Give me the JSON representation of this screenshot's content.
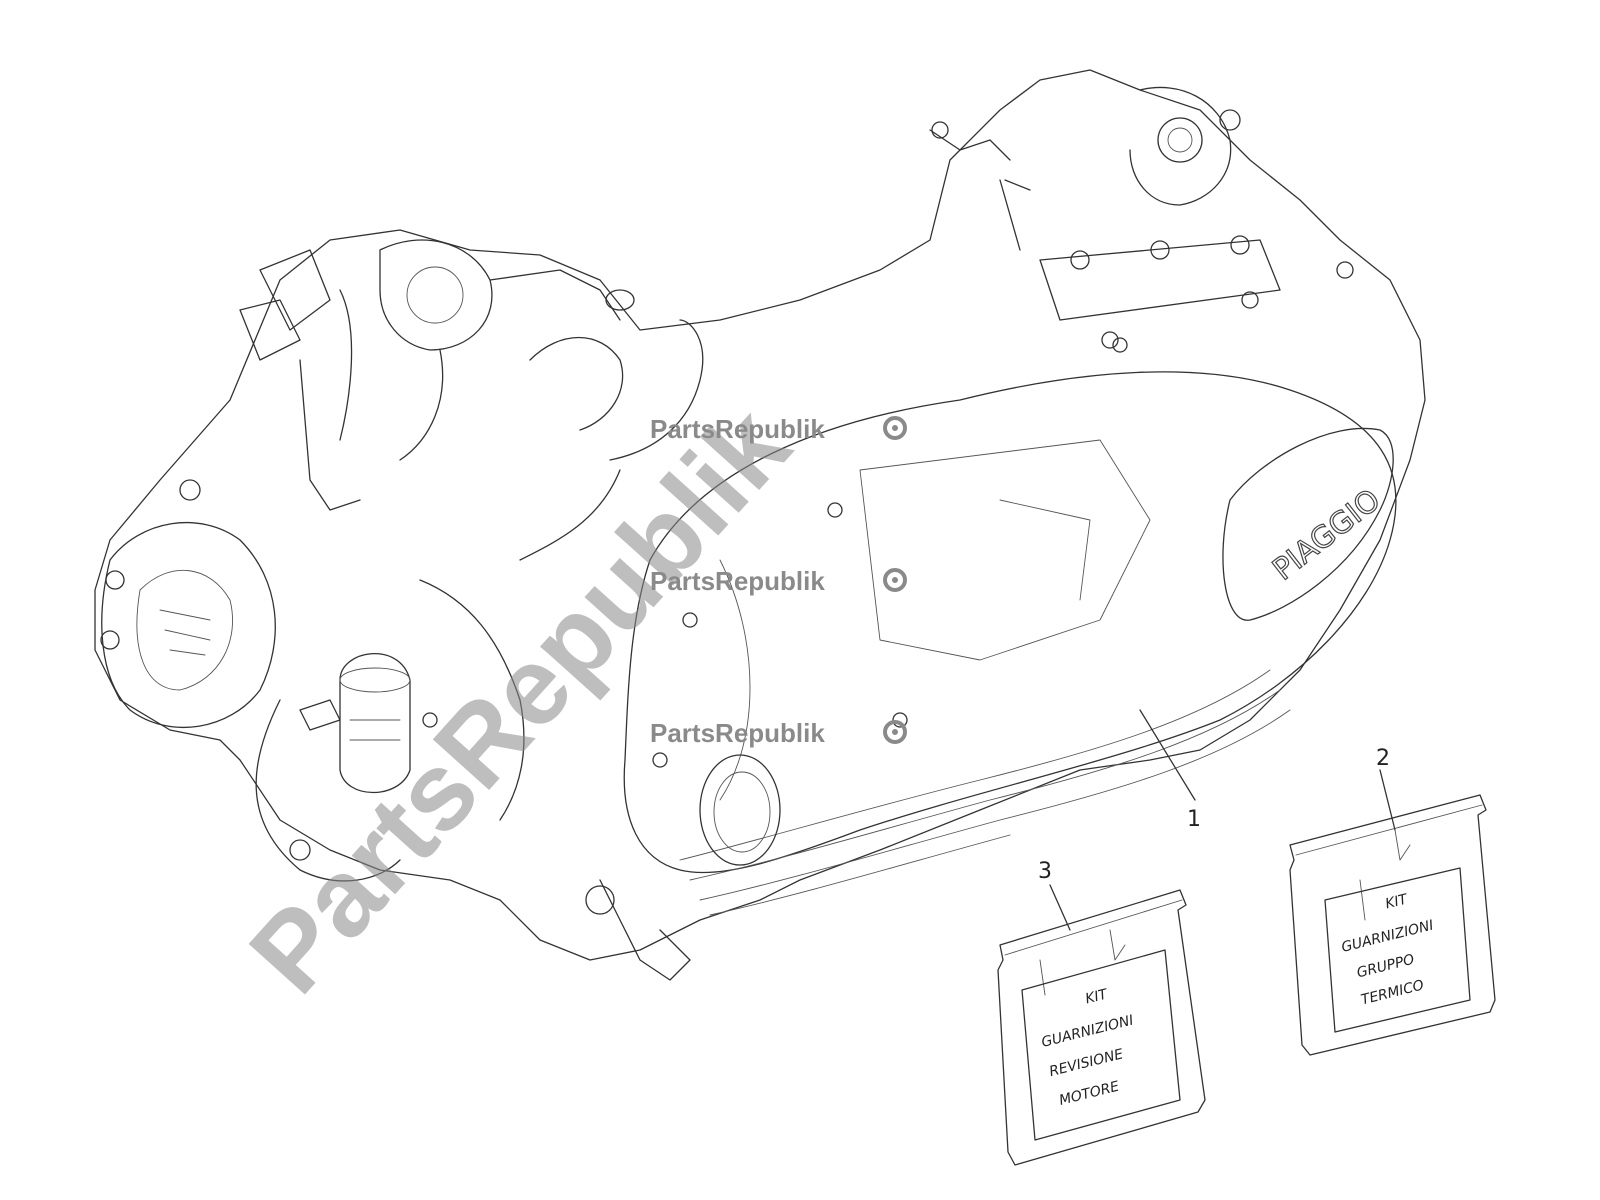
{
  "diagram": {
    "brand_marking": "PIAGGIO",
    "callouts": [
      {
        "label": "1"
      },
      {
        "label": "2"
      },
      {
        "label": "3"
      }
    ],
    "kit_bag_2": {
      "lines": [
        "KIT",
        "GUARNIZIONI",
        "GRUPPO",
        "TERMICO"
      ]
    },
    "kit_bag_3": {
      "lines": [
        "KIT",
        "GUARNIZIONI",
        "REVISIONE",
        "MOTORE"
      ]
    },
    "watermarks": {
      "text": "PartsRepublik",
      "diagonal": "PartsRepublik",
      "icon": "gear-icon"
    }
  }
}
